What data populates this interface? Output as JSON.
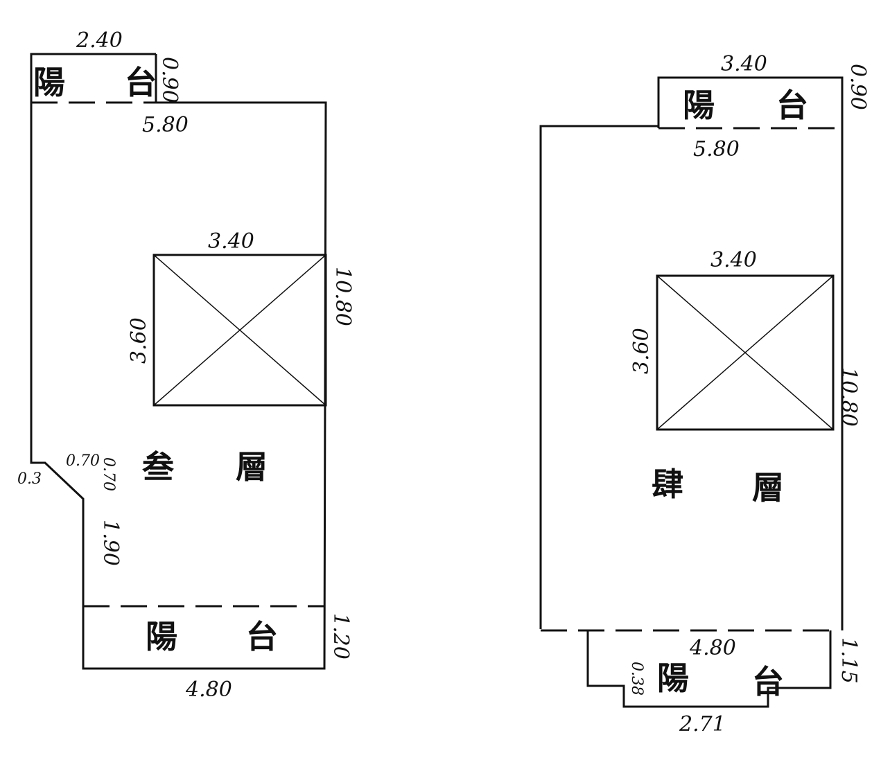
{
  "plans": [
    {
      "floor_label": [
        "叁",
        "層"
      ],
      "top_balcony": {
        "label": [
          "陽",
          "台"
        ],
        "width": "2.40",
        "depth": "0.90"
      },
      "main_width": "5.80",
      "void": {
        "width": "3.40",
        "depth": "3.60"
      },
      "main_depth": "10.80",
      "corner": {
        "a": "0.70",
        "b": "0.70",
        "c": "0.3",
        "side": "1.90"
      },
      "bottom_balcony": {
        "label": [
          "陽",
          "台"
        ],
        "width": "4.80",
        "depth": "1.20"
      }
    },
    {
      "floor_label": [
        "肆",
        "層"
      ],
      "top_balcony": {
        "label": [
          "陽",
          "台"
        ],
        "width": "3.40",
        "depth": "0.90"
      },
      "main_width": "5.80",
      "void": {
        "width": "3.40",
        "depth": "3.60"
      },
      "main_depth": "10.80",
      "bottom_balcony": {
        "label": [
          "陽",
          "台"
        ],
        "width": "4.80",
        "depth": "1.15",
        "notch": "0.38",
        "inner_width": "2.71"
      }
    }
  ]
}
